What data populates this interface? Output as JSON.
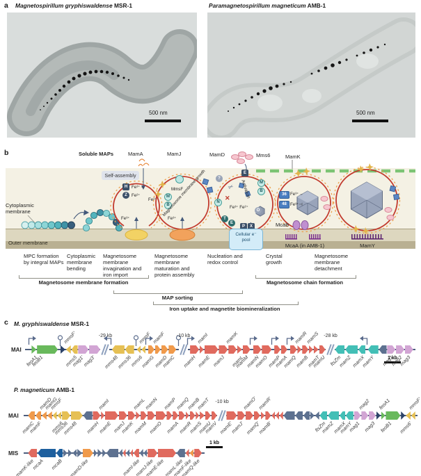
{
  "figure": {
    "panel_a_label": "a",
    "panel_b_label": "b",
    "panel_c_label": "c"
  },
  "a": {
    "left": {
      "species": "Magnetospirillum gryphiswaldense",
      "strain": " MSR-1",
      "scale": "500 nm"
    },
    "right": {
      "species": "Paramagnetospirillum magneticum",
      "strain": " AMB-1",
      "scale": "500 nm"
    }
  },
  "b": {
    "soluble_maps": "Soluble MAPs",
    "self_assembly": "Self-assembly",
    "labels": {
      "mamA": "MamA",
      "mamJ": "MamJ",
      "mamD": "MamD",
      "mms6": "Mms6",
      "mamK": "MamK",
      "mmsF": "MmsF",
      "mcaB": "McaB",
      "mcaA": "McaA (in AMB-1)",
      "mamY": "MamY"
    },
    "membrane": {
      "cytoplasmic": "Cytoplasmic membrane",
      "outer": "Outer membrane"
    },
    "fe3": "Fe³⁺",
    "fe2": "Fe²⁺",
    "fe3_arrow": "Fe³⁺→",
    "fe3_block": "Fe³⁺⊣",
    "fe_pair": "Fe³⁺ Fe²⁺",
    "growth_text": "Magnetosome membrane growth",
    "activation": "Activation",
    "cell_pool": "Cellular e⁻ pool",
    "prot": {
      "h": "H",
      "z": "Z",
      "m": "M",
      "b": "B",
      "e": "E",
      "n": "N",
      "t": "T",
      "e2": "E",
      "o": "O",
      "p": "P",
      "x": "X",
      "q": "?",
      "t36": "36",
      "t48": "48"
    },
    "stages": [
      "MPC formation by integral MAPs",
      "Cytoplasmic membrane bending",
      "Magnetosome membrane invagination and iron import",
      "Magnetosome membrane maturation and protein assembly",
      "Nucleation and redox control",
      "Crystal growth",
      "Magnetosome membrane detachment"
    ],
    "brackets": [
      "Magnetosome membrane formation",
      "Magnetosome chain formation",
      "MAP sorting",
      "Iron uptake and magnetite biomineralization"
    ]
  },
  "c": {
    "palette": {
      "green": "#69b95c",
      "navy": "#2d4369",
      "yellow": "#e6c054",
      "plum": "#d2a5d4",
      "orange": "#f09a4b",
      "red": "#e06a5e",
      "teal": "#43bfb6",
      "slate": "#5d7190",
      "blue": "#1d5f9e"
    },
    "rows": [
      {
        "species": "M. gryphiswaldense",
        "strain": " MSR-1",
        "track": "MAI",
        "scale": "1 kb",
        "genes": [
          {
            "t": "prom",
            "d": "r"
          },
          {
            "g": "feoA1",
            "c": "green",
            "d": "r",
            "w": 7,
            "lp": "b"
          },
          {
            "g": "feoB1",
            "c": "green",
            "d": "r",
            "w": 30,
            "lp": "b"
          },
          {
            "t": "term"
          },
          {
            "c": "navy",
            "d": "r",
            "w": 7
          },
          {
            "g": "mmsF'",
            "c": "yellow",
            "d": "l",
            "w": 7,
            "lp": "a"
          },
          {
            "g": "mms5",
            "c": "yellow",
            "d": "l",
            "w": 9,
            "lp": "b"
          },
          {
            "g": "mag1'",
            "c": "plum",
            "d": "r",
            "w": 15,
            "lp": "b"
          },
          {
            "g": "mag3'",
            "c": "plum",
            "d": "r",
            "w": 16,
            "lp": "b"
          },
          {
            "t": "gap",
            "label": "-29 kb"
          },
          {
            "t": "prom",
            "d": "l"
          },
          {
            "g": "mms48",
            "c": "yellow",
            "d": "l",
            "w": 18,
            "lp": "b"
          },
          {
            "g": "mms36",
            "c": "yellow",
            "d": "l",
            "w": 13,
            "lp": "b"
          },
          {
            "t": "term"
          },
          {
            "g": "mms6",
            "c": "yellow",
            "d": "l",
            "w": 6,
            "lp": "b"
          },
          {
            "g": "mmsF",
            "c": "yellow",
            "d": "l",
            "w": 6,
            "lp": "a"
          },
          {
            "t": "prom",
            "d": "r"
          },
          {
            "g": "mamG",
            "c": "orange",
            "d": "r",
            "w": 9,
            "lp": "b"
          },
          {
            "g": "mamF",
            "c": "orange",
            "d": "r",
            "w": 8,
            "lp": "a"
          },
          {
            "g": "mamD",
            "c": "orange",
            "d": "r",
            "w": 10,
            "lp": "b"
          },
          {
            "g": "mamC",
            "c": "orange",
            "d": "r",
            "w": 11,
            "lp": "b"
          },
          {
            "t": "term"
          },
          {
            "t": "gap",
            "label": "-10 kb"
          },
          {
            "t": "prom",
            "d": "r"
          },
          {
            "g": "mamH",
            "c": "red",
            "d": "r",
            "w": 13,
            "lp": "b"
          },
          {
            "g": "mamI",
            "c": "red",
            "d": "r",
            "w": 6,
            "lp": "a"
          },
          {
            "g": "mamE",
            "c": "red",
            "d": "r",
            "w": 20,
            "lp": "b"
          },
          {
            "g": "mamJ",
            "c": "red",
            "d": "r",
            "w": 13,
            "lp": "b"
          },
          {
            "g": "mamK",
            "c": "red",
            "d": "r",
            "w": 12,
            "lp": "a"
          },
          {
            "g": "mamL",
            "c": "red",
            "d": "r",
            "w": 7,
            "lp": "b"
          },
          {
            "g": "mamM",
            "c": "red",
            "d": "r",
            "w": 11,
            "lp": "b"
          },
          {
            "t": "prom",
            "d": "r"
          },
          {
            "g": "mamN",
            "c": "red",
            "d": "r",
            "w": 12,
            "lp": "b"
          },
          {
            "g": "mamO",
            "c": "red",
            "d": "r",
            "w": 14,
            "lp": "b"
          },
          {
            "t": "prom",
            "d": "r"
          },
          {
            "g": "mamP",
            "c": "red",
            "d": "r",
            "w": 9,
            "lp": "b"
          },
          {
            "g": "mamA",
            "c": "red",
            "d": "r",
            "w": 9,
            "lp": "b"
          },
          {
            "t": "prom",
            "d": "r"
          },
          {
            "g": "mamQ",
            "c": "red",
            "d": "r",
            "w": 10,
            "lp": "b"
          },
          {
            "g": "mamR",
            "c": "red",
            "d": "r",
            "w": 6,
            "lp": "a"
          },
          {
            "g": "mamB",
            "c": "red",
            "d": "r",
            "w": 9,
            "lp": "b"
          },
          {
            "g": "mamS",
            "c": "red",
            "d": "r",
            "w": 6,
            "lp": "a"
          },
          {
            "g": "mamT",
            "c": "red",
            "d": "r",
            "w": 7,
            "lp": "b"
          },
          {
            "g": "mamU",
            "c": "red",
            "d": "r",
            "w": 9,
            "lp": "b"
          },
          {
            "t": "gap",
            "label": "-28 kb"
          },
          {
            "g": "ftsZm",
            "c": "teal",
            "d": "l",
            "w": 14,
            "lp": "b"
          },
          {
            "g": "mamZ",
            "c": "teal",
            "d": "l",
            "w": 18,
            "lp": "b"
          },
          {
            "g": "mamX",
            "c": "teal",
            "d": "l",
            "w": 10,
            "lp": "b"
          },
          {
            "t": "prom",
            "d": "l"
          },
          {
            "g": "mamY",
            "c": "teal",
            "d": "l",
            "w": 15,
            "lp": "b"
          },
          {
            "c": "slate",
            "d": "l",
            "w": 11
          },
          {
            "g": "mag1",
            "c": "plum",
            "d": "r",
            "w": 12,
            "lp": "b"
          },
          {
            "g": "mag2",
            "c": "plum",
            "d": "r",
            "w": 12,
            "lp": "b"
          },
          {
            "g": "mag3",
            "c": "plum",
            "d": "r",
            "w": 12,
            "lp": "b"
          }
        ]
      },
      {
        "species": "P. magneticum",
        "strain": " AMB-1",
        "track": "MAI",
        "genes": [
          {
            "g": "mamC",
            "c": "orange",
            "d": "l",
            "w": 10,
            "lp": "b"
          },
          {
            "g": "mamF",
            "c": "orange",
            "d": "l",
            "w": 8,
            "lp": "b"
          },
          {
            "g": "mamD",
            "c": "orange",
            "d": "l",
            "w": 7,
            "lp": "a"
          },
          {
            "g": "mamG",
            "c": "orange",
            "d": "l",
            "w": 7,
            "lp": "a"
          },
          {
            "g": "mmsF",
            "c": "yellow",
            "d": "l",
            "w": 6,
            "lp": "a"
          },
          {
            "g": "mms6",
            "c": "yellow",
            "d": "l",
            "w": 6,
            "lp": "b"
          },
          {
            "g": "mms36",
            "c": "yellow",
            "d": "r",
            "w": 12,
            "lp": "b"
          },
          {
            "g": "mms48",
            "c": "yellow",
            "d": "r",
            "w": 17,
            "lp": "b"
          },
          {
            "c": "slate",
            "d": "l",
            "w": 13
          },
          {
            "g": "mamH",
            "c": "red",
            "d": "r",
            "w": 11,
            "lp": "b"
          },
          {
            "g": "mamI",
            "c": "red",
            "d": "r",
            "w": 5,
            "lp": "a"
          },
          {
            "g": "mamE",
            "c": "red",
            "d": "r",
            "w": 19,
            "lp": "b"
          },
          {
            "g": "mamJ",
            "c": "red",
            "d": "r",
            "w": 12,
            "lp": "b"
          },
          {
            "g": "mamK",
            "c": "red",
            "d": "r",
            "w": 11,
            "lp": "b"
          },
          {
            "g": "mamL",
            "c": "red",
            "d": "r",
            "w": 6,
            "lp": "a"
          },
          {
            "g": "mamM",
            "c": "red",
            "d": "r",
            "w": 9,
            "lp": "b"
          },
          {
            "g": "mamN",
            "c": "red",
            "d": "r",
            "w": 11,
            "lp": "a"
          },
          {
            "g": "mamO",
            "c": "red",
            "d": "r",
            "w": 15,
            "lp": "b"
          },
          {
            "g": "mamP",
            "c": "red",
            "d": "r",
            "w": 8,
            "lp": "a"
          },
          {
            "g": "mamA",
            "c": "red",
            "d": "r",
            "w": 8,
            "lp": "b"
          },
          {
            "g": "mamQ",
            "c": "red",
            "d": "r",
            "w": 9,
            "lp": "a"
          },
          {
            "g": "mamR",
            "c": "red",
            "d": "r",
            "w": 5,
            "lp": "b"
          },
          {
            "g": "mamB",
            "c": "red",
            "d": "r",
            "w": 8,
            "lp": "a"
          },
          {
            "g": "mamS",
            "c": "red",
            "d": "r",
            "w": 5,
            "lp": "b"
          },
          {
            "g": "mamT",
            "c": "red",
            "d": "r",
            "w": 7,
            "lp": "a"
          },
          {
            "g": "mamU",
            "c": "red",
            "d": "r",
            "w": 8,
            "lp": "b"
          },
          {
            "g": "mamV",
            "c": "red",
            "d": "r",
            "w": 8,
            "lp": "b"
          },
          {
            "t": "gap",
            "label": "-10 kb"
          },
          {
            "g": "mamE'",
            "c": "red",
            "d": "r",
            "w": 15,
            "lp": "b"
          },
          {
            "g": "mamJ'",
            "c": "red",
            "d": "r",
            "w": 11,
            "lp": "b"
          },
          {
            "g": "mamO'",
            "c": "red",
            "d": "r",
            "w": 11,
            "lp": "a"
          },
          {
            "g": "mamQ'",
            "c": "red",
            "d": "r",
            "w": 9,
            "lp": "b"
          },
          {
            "g": "mamR'",
            "c": "red",
            "d": "r",
            "w": 6,
            "lp": "a"
          },
          {
            "g": "mamB'",
            "c": "red",
            "d": "r",
            "w": 8,
            "lp": "b"
          },
          {
            "c": "red",
            "d": "l",
            "w": 5
          },
          {
            "c": "red",
            "d": "l",
            "w": 5
          },
          {
            "c": "red",
            "d": "l",
            "w": 5
          },
          {
            "c": "slate",
            "d": "l",
            "w": 16
          },
          {
            "c": "slate",
            "d": "l",
            "w": 11
          },
          {
            "c": "slate",
            "d": "l",
            "w": 9
          },
          {
            "c": "slate",
            "d": "r",
            "w": 6
          },
          {
            "c": "slate",
            "d": "l",
            "w": 6
          },
          {
            "g": "ftsZm",
            "c": "teal",
            "d": "l",
            "w": 11,
            "lp": "b"
          },
          {
            "g": "mamZ",
            "c": "teal",
            "d": "l",
            "w": 16,
            "lp": "b"
          },
          {
            "g": "mamX",
            "c": "teal",
            "d": "l",
            "w": 8,
            "lp": "b"
          },
          {
            "g": "mamY",
            "c": "teal",
            "d": "l",
            "w": 11,
            "lp": "b"
          },
          {
            "g": "mag1",
            "c": "plum",
            "d": "r",
            "w": 10,
            "lp": "b"
          },
          {
            "g": "mag2",
            "c": "plum",
            "d": "r",
            "w": 10,
            "lp": "a"
          },
          {
            "g": "mag3",
            "c": "plum",
            "d": "r",
            "w": 10,
            "lp": "b"
          },
          {
            "c": "navy",
            "d": "r",
            "w": 6
          },
          {
            "g": "feoA1",
            "c": "green",
            "d": "r",
            "w": 6,
            "lp": "a"
          },
          {
            "g": "feoB1",
            "c": "green",
            "d": "r",
            "w": 21,
            "lp": "b"
          },
          {
            "c": "navy",
            "d": "r",
            "w": 6
          },
          {
            "g": "mms6'",
            "c": "yellow",
            "d": "l",
            "w": 7,
            "lp": "b"
          },
          {
            "g": "mmsF'",
            "c": "yellow",
            "d": "l",
            "w": 6,
            "lp": "a"
          }
        ]
      },
      {
        "track": "MIS",
        "scale": "1 kb",
        "genes": [
          {
            "g": "mamK-like",
            "c": "red",
            "d": "l",
            "w": 13,
            "lp": "b"
          },
          {
            "g": "mcaA",
            "c": "blue",
            "d": "l",
            "w": 26,
            "lp": "b"
          },
          {
            "g": "mcaB",
            "c": "blue",
            "d": "l",
            "w": 9,
            "lp": "b"
          },
          {
            "c": "slate",
            "d": "r",
            "w": 6
          },
          {
            "c": "slate",
            "d": "r",
            "w": 6
          },
          {
            "c": "slate",
            "d": "l",
            "w": 6
          },
          {
            "c": "slate",
            "d": "r",
            "w": 7
          },
          {
            "g": "mamD-like",
            "c": "orange",
            "d": "r",
            "w": 15,
            "lp": "b"
          },
          {
            "c": "slate",
            "d": "r",
            "w": 5
          },
          {
            "c": "slate",
            "d": "r",
            "w": 6
          },
          {
            "c": "slate",
            "d": "r",
            "w": 5
          },
          {
            "c": "slate",
            "d": "l",
            "w": 17
          },
          {
            "c": "slate",
            "d": "l",
            "w": 5
          },
          {
            "c": "red",
            "d": "l",
            "w": 4
          },
          {
            "c": "slate",
            "d": "l",
            "w": 5
          },
          {
            "c": "red",
            "d": "l",
            "w": 4
          },
          {
            "g": "mamI-like",
            "c": "red",
            "d": "l",
            "w": 8,
            "lp": "b"
          },
          {
            "c": "slate",
            "d": "l",
            "w": 5
          },
          {
            "c": "slate",
            "d": "l",
            "w": 5
          },
          {
            "g": "mamJ-like",
            "c": "red",
            "d": "r",
            "w": 14,
            "lp": "b"
          },
          {
            "g": "mamE-like",
            "c": "red",
            "d": "r",
            "w": 26,
            "lp": "b"
          },
          {
            "g": "mamL-like",
            "c": "slate",
            "d": "l",
            "w": 12,
            "lp": "b"
          },
          {
            "g": "mamF-like",
            "c": "red",
            "d": "l",
            "w": 5,
            "lp": "b"
          },
          {
            "c": "orange",
            "d": "l",
            "w": 6
          },
          {
            "g": "mamQ-like",
            "c": "red",
            "d": "r",
            "w": 11,
            "lp": "b"
          }
        ]
      }
    ]
  }
}
